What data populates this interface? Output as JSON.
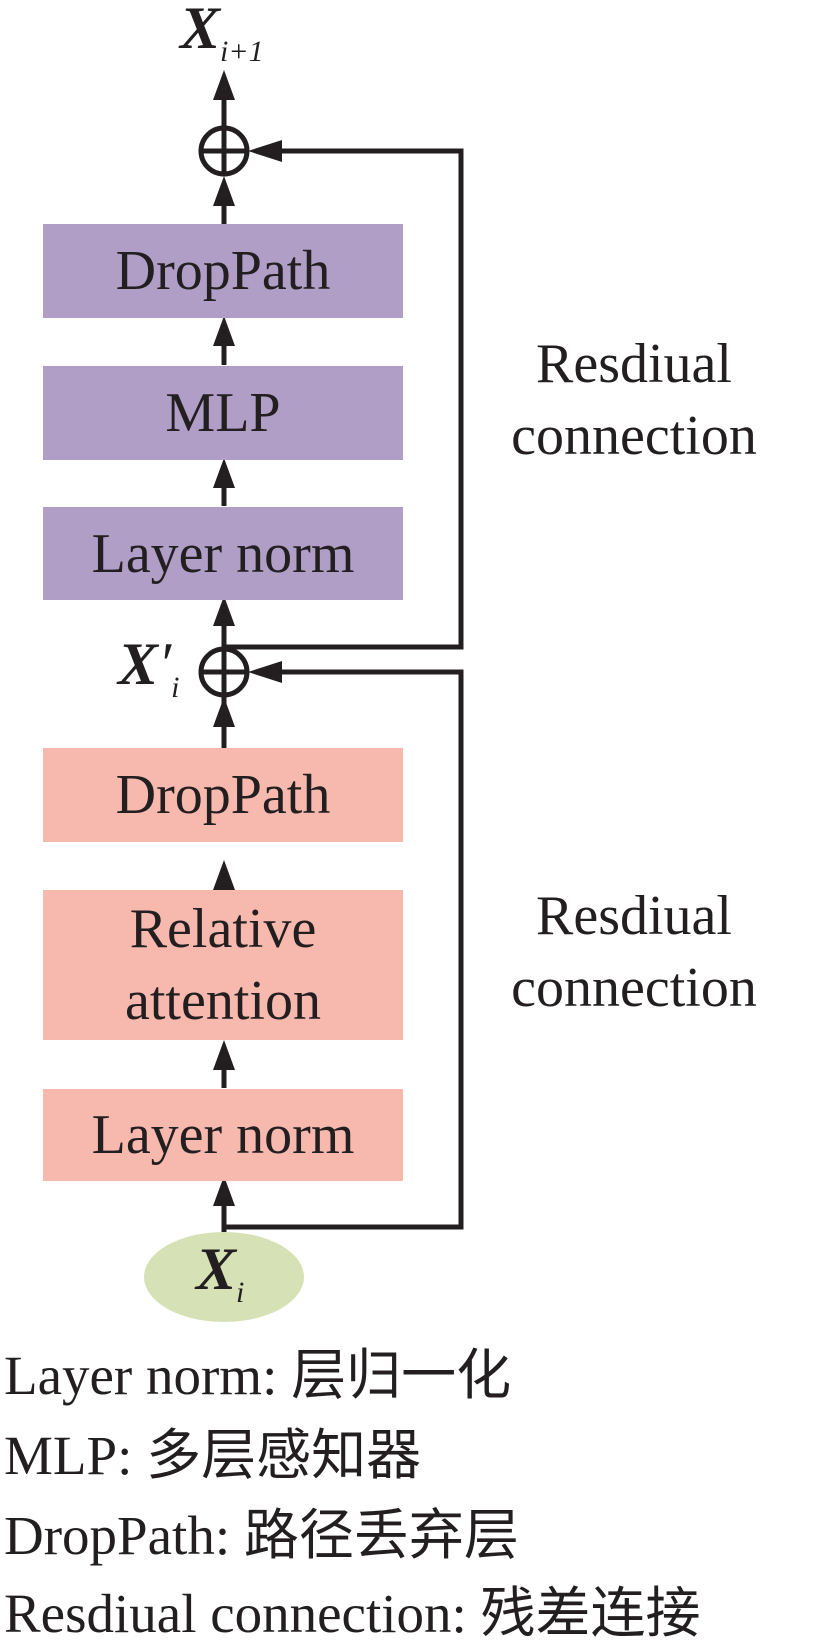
{
  "vars": {
    "top_symbol": "X",
    "top_sub": "i+1",
    "mid_symbol": "X",
    "mid_prime": "′",
    "mid_sub": "i",
    "input_symbol": "X",
    "input_sub": "i"
  },
  "mlp_block": {
    "droppath": "DropPath",
    "mlp": "MLP",
    "layernorm": "Layer norm"
  },
  "attn_block": {
    "droppath": "DropPath",
    "attention_line1": "Relative",
    "attention_line2": "attention",
    "layernorm": "Layer norm"
  },
  "residual_upper": {
    "line1": "Resdiual",
    "line2": "connection"
  },
  "residual_lower": {
    "line1": "Resdiual",
    "line2": "connection"
  },
  "legend": [
    "Layer norm: 层归一化",
    "MLP: 多层感知器",
    "DropPath: 路径丢弃层",
    "Resdiual connection: 残差连接"
  ],
  "colors": {
    "mlp_block": "#b09ec7",
    "attn_block": "#f7b8ae",
    "input_node": "#d6e2b5",
    "line": "#231f20"
  }
}
